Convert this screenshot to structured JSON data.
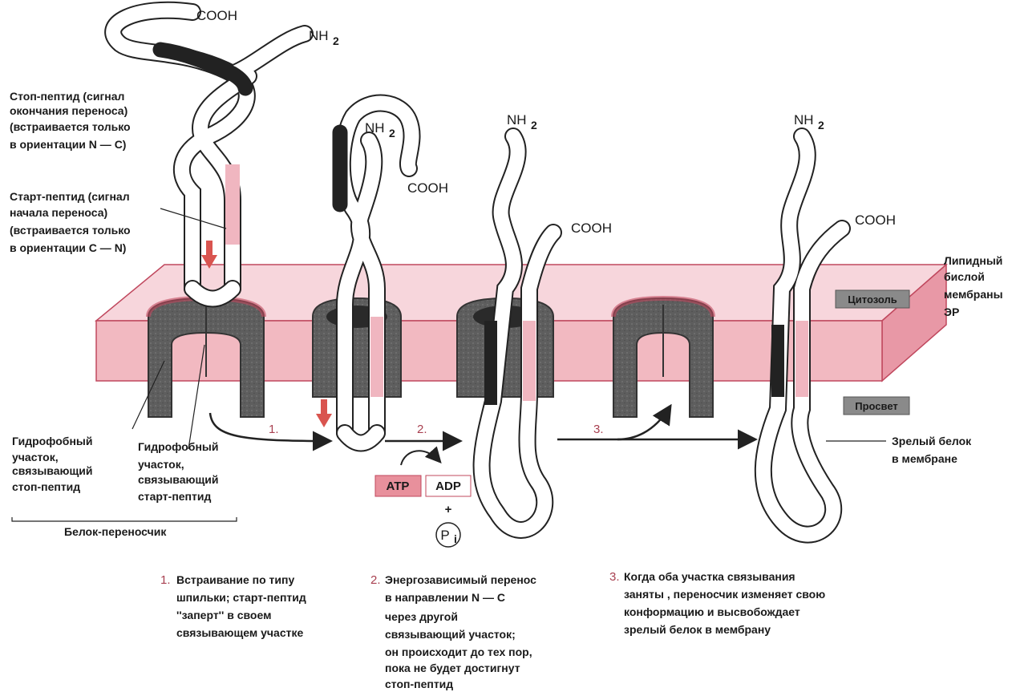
{
  "labels": {
    "cooh": "COOH",
    "nh2": "NH",
    "nh2_sub": "2",
    "stop_peptide": [
      "Стоп-пептид  (сигнал",
      "окончания переноса)",
      "(встраивается только",
      "в ориентации  N — C)"
    ],
    "start_peptide": [
      "Старт-пептид  (сигнал",
      "начала переноса)",
      "(встраивается только",
      "в ориентации С — N)"
    ],
    "lipid_bilayer": [
      "Липидный",
      "бислой",
      "мембраны",
      "ЭР"
    ],
    "cytosol": "Цитозоль",
    "lumen": "Просвет",
    "hydrophobic_stop": [
      "Гидрофобный",
      "участок,",
      "связывающий",
      "стоп-пептид"
    ],
    "hydrophobic_start": [
      "Гидрофобный",
      "участок,",
      "связывающий",
      "старт-пептид"
    ],
    "carrier_protein": "Белок-переносчик",
    "mature_protein": [
      "Зрелый белок",
      "в мембране"
    ],
    "atp": "ATP",
    "adp": "ADP",
    "plus": "+",
    "pi": "P",
    "pi_sub": "i",
    "step_nums": [
      "1.",
      "2.",
      "3."
    ],
    "step1": [
      "Встраивание по типу",
      "шпильки;  старт-пептид",
      "''заперт'' в своем",
      "связывающем участке"
    ],
    "step2": [
      "Энергозависимый перенос",
      "в направлении N — C",
      "через другой",
      "связывающий участок;",
      "он происходит до тех пор,",
      "пока не будет достигнут",
      "стоп-пептид"
    ],
    "step3": [
      "Когда оба участка связывания",
      "заняты , переносчик изменяет свою",
      "конформацию и высвобождает",
      "зрелый белок в мембрану"
    ]
  },
  "colors": {
    "membrane_pink": "#f2b9c1",
    "membrane_line": "#c0485e",
    "carrier_dark": "#5a5a5a",
    "stop_peptide": "#222222",
    "start_peptide": "#f0b6c0",
    "arrow_red": "#d9544f"
  }
}
